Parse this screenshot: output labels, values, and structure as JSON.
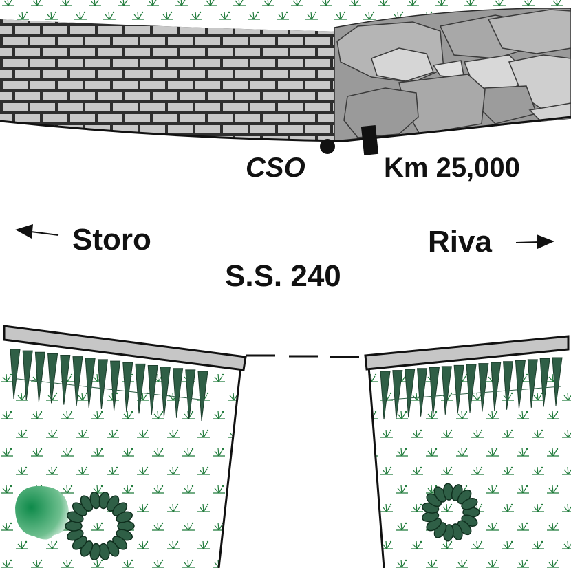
{
  "labels": {
    "marker": "CSO",
    "km": "Km 25,000",
    "dir_left": "Storo",
    "dir_right": "Riva",
    "road": "S.S. 240"
  },
  "icons": {
    "marker_dot": "circle-marker-icon",
    "km_post": "kilometer-post-icon",
    "arrow_left": "arrow-left-icon",
    "arrow_right": "arrow-right-icon",
    "grass": "grass-tuft-icon",
    "shrub": "shrub-icon",
    "bush_ring": "bush-ring-icon"
  },
  "colors": {
    "brick_fill": "#c8c8c8",
    "brick_mortar": "#2e2e2e",
    "stone_dark": "#8f8f8f",
    "stone_mid": "#b0b0b0",
    "stone_light": "#d4d4d4",
    "vegetation": "#1f7a3a",
    "vegetation_dark": "#2f5f46",
    "rail": "#c6c6c6",
    "line": "#111111"
  }
}
